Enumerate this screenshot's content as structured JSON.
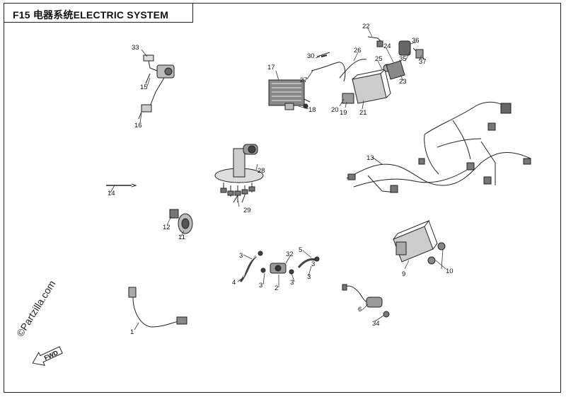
{
  "title": "F15 电器系统ELECTRIC SYSTEM",
  "watermark": "©Partzilla.com",
  "fwd_label": "FWD",
  "callouts": {
    "c1": "1",
    "c2": "2",
    "c3a": "3",
    "c3b": "3",
    "c3c": "3",
    "c3d": "3",
    "c3e": "3",
    "c4": "4",
    "c5": "5",
    "c6": "6",
    "c9": "9",
    "c10": "10",
    "c11": "11",
    "c12": "12",
    "c13": "13",
    "c14": "14",
    "c15": "15",
    "c16": "16",
    "c17": "17",
    "c18": "18",
    "c19": "19",
    "c20": "20",
    "c21": "21",
    "c22": "22",
    "c23": "23",
    "c24": "24",
    "c25": "25",
    "c26": "26",
    "c27": "27",
    "c28": "28",
    "c29": "29",
    "c30": "30",
    "c32": "32",
    "c33": "33",
    "c34": "34",
    "c35": "35",
    "c36": "36",
    "c37": "37"
  }
}
